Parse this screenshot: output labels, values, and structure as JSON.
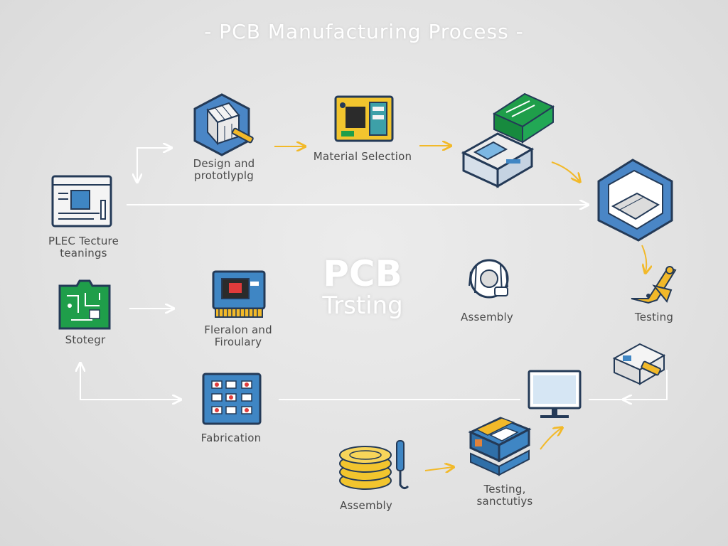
{
  "title": "- PCB Manufacturing Process -",
  "center": {
    "main": "PCB",
    "sub": "Trsting"
  },
  "steps": [
    {
      "line1": "Design and",
      "line2": "prototlyplg",
      "icon": "cube-icon"
    },
    {
      "line1": "Material Selection",
      "line2": "",
      "icon": "component-board-icon"
    },
    {
      "line1": "PLEC Tecture",
      "line2": "teanings",
      "icon": "document-icon"
    },
    {
      "line1": "Stotegr",
      "line2": "",
      "icon": "circuit-board-icon"
    },
    {
      "line1": "Fleralon and",
      "line2": "Firoulary",
      "icon": "chip-icon"
    },
    {
      "line1": "Assembly",
      "line2": "",
      "icon": "reel-icon"
    },
    {
      "line1": "Testing",
      "line2": "",
      "icon": "robot-arm-icon"
    },
    {
      "line1": "Fabrication",
      "line2": "",
      "icon": "panel-grid-icon"
    },
    {
      "line1": "Assembly",
      "line2": "",
      "icon": "solder-coin-icon"
    },
    {
      "line1": "Testing,",
      "line2": "sanctutiys",
      "icon": "stacked-boards-icon"
    }
  ],
  "colors": {
    "arrow_white": "#ffffff",
    "arrow_yellow": "#f2b929",
    "board_green": "#1f9e4a",
    "board_blue": "#3f86c4",
    "outline": "#243a57",
    "label": "#4a4a4a"
  }
}
